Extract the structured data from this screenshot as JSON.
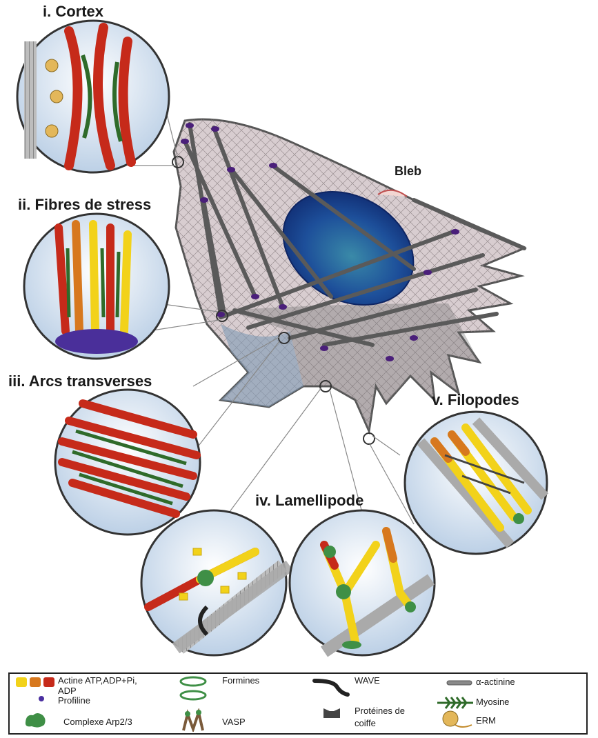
{
  "labels": {
    "cortex": "i. Cortex",
    "stress": "ii. Fibres de stress",
    "arcs": "iii. Arcs transverses",
    "lamellipode": "iv. Lamellipode",
    "filopodes": "v. Filopodes",
    "bleb": "Bleb"
  },
  "legend": {
    "actine": "Actine ATP,ADP+Pi,",
    "adp": "ADP",
    "profiline": "Profiline",
    "arp": "Complexe Arp2/3",
    "formines": "Formines",
    "vasp": "VASP",
    "wave": "WAVE",
    "coiffe_1": "Protéines de",
    "coiffe_2": "coiffe",
    "actinine": "α-actinine",
    "myosine": "Myosine",
    "erm": "ERM"
  },
  "colors": {
    "actin_atp": "#f2d21a",
    "actin_adp_pi": "#d7781e",
    "actin_adp": "#c62a1a",
    "myosin": "#2f6b2a",
    "arp": "#3f8f46",
    "nucleus": "#1d3f8f",
    "cell": "#d9cfd0",
    "fibre": "#555555",
    "adhesion": "#4a1f7a"
  },
  "icons": {
    "actine": "actin-monomer-icon",
    "profiline": "profilin-dot-icon",
    "arp": "arp23-complex-icon",
    "formines": "formin-ring-icon",
    "vasp": "vasp-icon",
    "wave": "wave-icon",
    "coiffe": "capping-protein-icon",
    "actinine": "alpha-actinin-icon",
    "myosine": "myosin-icon",
    "erm": "erm-icon"
  }
}
